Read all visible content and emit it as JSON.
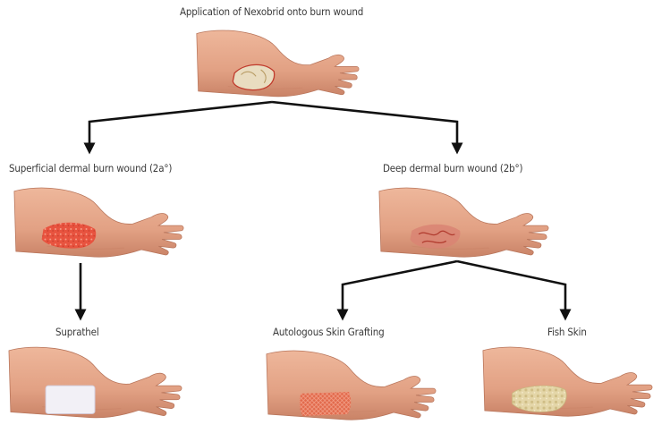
{
  "labels": {
    "top": "Application of Nexobrid onto burn wound",
    "superficial": "Superficial dermal burn wound (2a°)",
    "deep": "Deep dermal burn wound (2b°)",
    "suprathel": "Suprathel",
    "autologous": "Autologous Skin Grafting",
    "fish": "Fish Skin"
  },
  "colors": {
    "skin": "#e6a98c",
    "skin_shadow": "#c98367",
    "arrow": "#111111",
    "text": "#3a3a3a",
    "nexobrid": "#e9dcc0",
    "superficial_wound": "#e8533f",
    "deep_wound": "#cf6a5c",
    "suprathel_dressing": "#f2f0f6",
    "graft": "#e26a4c",
    "fish_skin": "#e4d6a8"
  }
}
